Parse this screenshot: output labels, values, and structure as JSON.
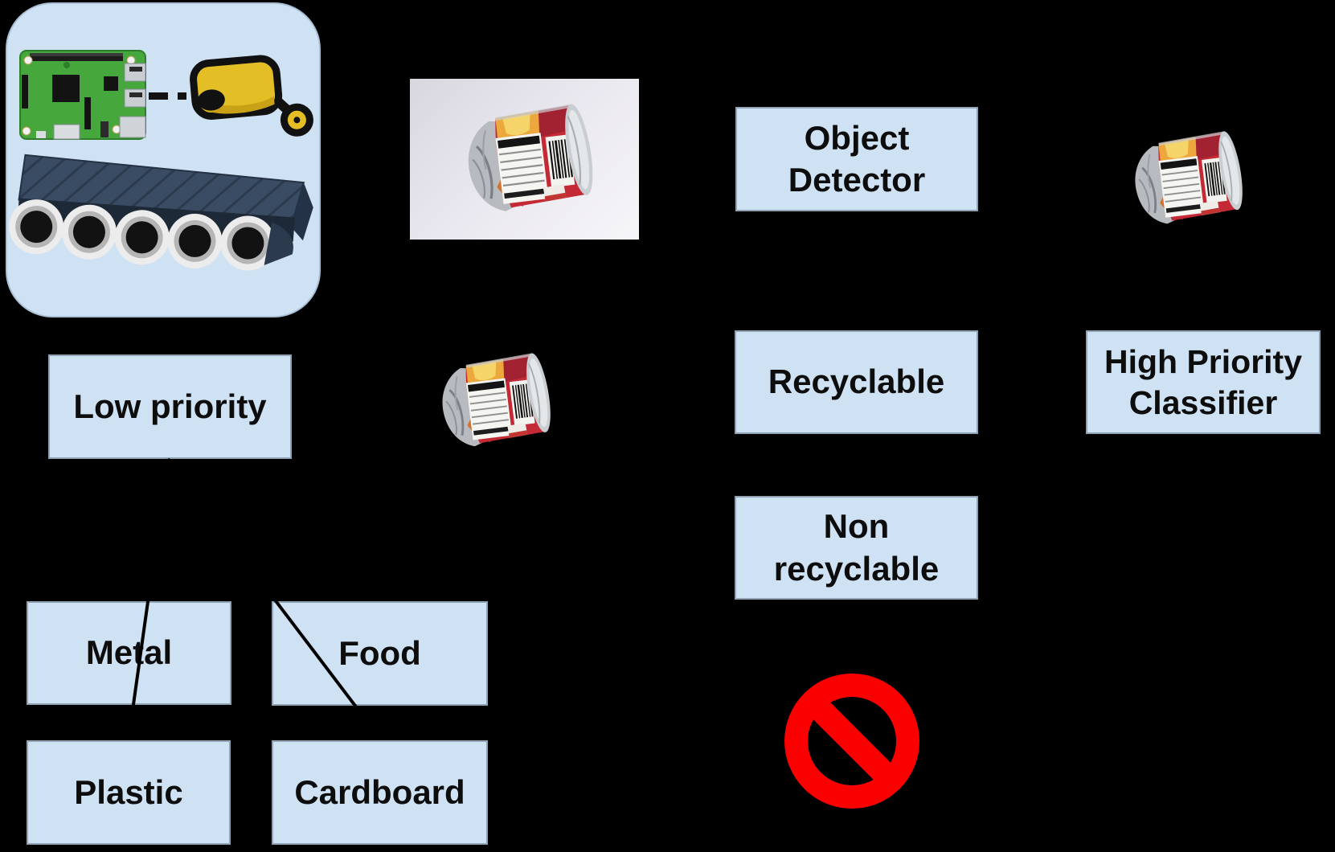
{
  "diagram": {
    "title": "waste sorting pipeline diagram",
    "colors": {
      "background": "#000000",
      "box_fill": "#cfe2f3",
      "box_border": "#8fa3b5",
      "text": "#0d0d0d",
      "sign_red": "#fb0000",
      "connector": "#000000"
    },
    "nodes": {
      "object_detector": "Object\nDetector",
      "low_priority": "Low priority",
      "recyclable": "Recyclable",
      "high_priority_classifier": "High Priority\nClassifier",
      "non_recyclable": "Non\nrecyclable",
      "metal": "Metal",
      "food": "Food",
      "plastic": "Plastic",
      "cardboard": "Cardboard"
    },
    "icons": {
      "raspberry_pi": "raspberry-pi-board",
      "camera": "cctv-camera",
      "conveyor": "conveyor-belt",
      "crushed_can": "crushed-red-can",
      "no_entry": "no-entry-prohibition-sign"
    }
  }
}
